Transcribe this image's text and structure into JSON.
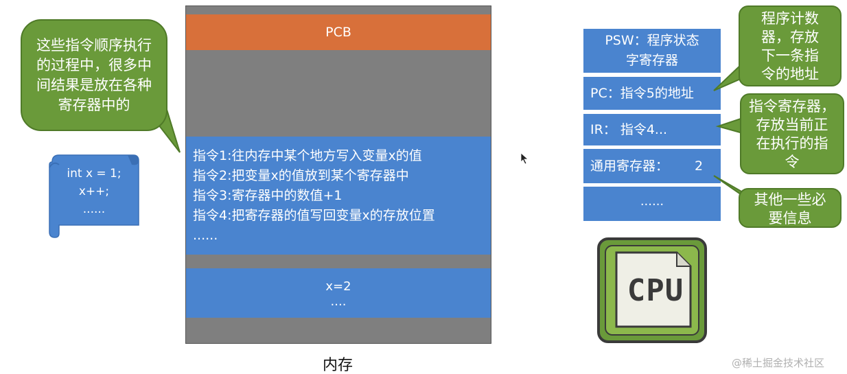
{
  "left_bubble": {
    "text": "这些指令顺序执行\n的过程中，很多中\n间结果是放在各种\n寄存器中的"
  },
  "code_scroll": {
    "text": "int x = 1;\nx++;\n......"
  },
  "memory": {
    "pcb_label": "PCB",
    "instructions": [
      "指令1:往内存中某个地方写入变量x的值",
      "指令2:把变量x的值放到某个寄存器中",
      "指令3:寄存器中的数值+1",
      "指令4:把寄存器的值写回变量x的存放位置",
      "......"
    ],
    "data_line1": "x=2",
    "data_line2": "....",
    "label": "内存"
  },
  "registers": {
    "psw": "PSW：程序状态\n字寄存器",
    "pc": "PC：指令5的地址",
    "ir": "IR： 指令4...",
    "general_label": "通用寄存器：",
    "general_value": "2",
    "more": "......"
  },
  "callouts": {
    "pc": "程序计数\n器，存放\n下一条指\n令的地址",
    "ir": "指令寄存器，\n存放当前正\n在执行的指\n令",
    "general": "其他一些必\n要信息"
  },
  "cpu": {
    "label": "CPU",
    "icon": "cpu-chip-icon"
  },
  "watermark": "@稀土掘金技术社区",
  "colors": {
    "green": "#6a9a3a",
    "blue": "#4a84cf",
    "orange": "#d8703a",
    "gray": "#7f7f7f"
  }
}
